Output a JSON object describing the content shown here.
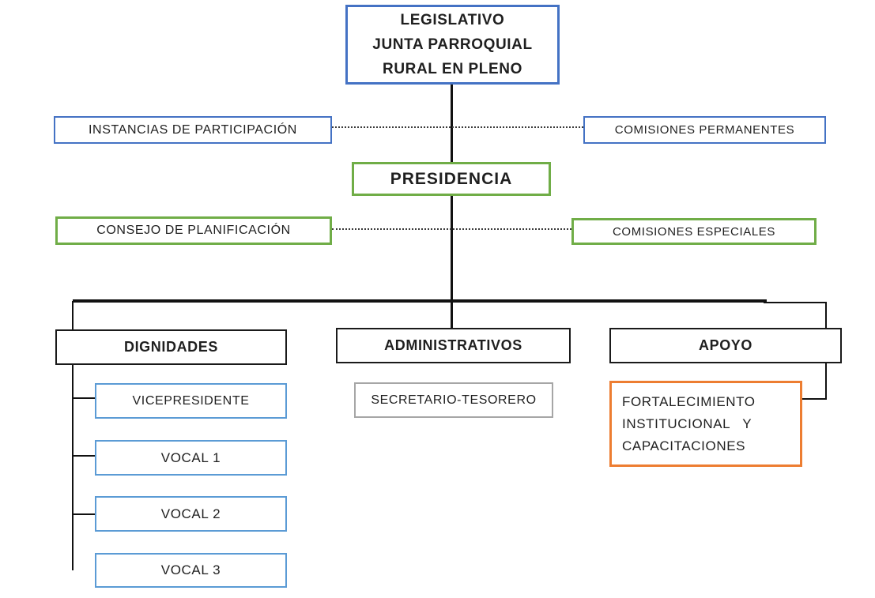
{
  "chart_type": "org-chart",
  "colors": {
    "primary_blue": "#4472C4",
    "light_blue": "#5B9BD5",
    "green": "#70AD47",
    "orange": "#ED7D31",
    "gray": "#A6A6A6",
    "line_black": "#111111",
    "text": "#1f1f1f",
    "background": "#ffffff"
  },
  "nodes": {
    "legislativo": {
      "label": "LEGISLATIVO\nJUNTA PARROQUIAL\nRURAL EN PLENO"
    },
    "instancias": {
      "label": "INSTANCIAS DE PARTICIPACIÓN"
    },
    "comisiones_permanentes": {
      "label": "COMISIONES PERMANENTES"
    },
    "presidencia": {
      "label": "PRESIDENCIA"
    },
    "consejo_planificacion": {
      "label": "CONSEJO DE PLANIFICACIÓN"
    },
    "comisiones_especiales": {
      "label": "COMISIONES ESPECIALES"
    },
    "dignidades": {
      "label": "DIGNIDADES"
    },
    "administrativos": {
      "label": "ADMINISTRATIVOS"
    },
    "apoyo": {
      "label": "APOYO"
    },
    "vicepresidente": {
      "label": "VICEPRESIDENTE"
    },
    "vocal_1": {
      "label": "VOCAL 1"
    },
    "vocal_2": {
      "label": "VOCAL 2"
    },
    "vocal_3": {
      "label": "VOCAL 3"
    },
    "secretario_tesorero": {
      "label": "SECRETARIO-TESORERO"
    },
    "fortalecimiento": {
      "label": "FORTALECIMIENTO\nINSTITUCIONAL   Y\nCAPACITACIONES"
    }
  },
  "edges": [
    {
      "from": "legislativo",
      "to": "presidencia",
      "style": "solid"
    },
    {
      "from": "instancias",
      "to": "comisiones_permanentes",
      "style": "dotted"
    },
    {
      "from": "consejo_planificacion",
      "to": "comisiones_especiales",
      "style": "dotted"
    },
    {
      "from": "presidencia",
      "to": "dignidades",
      "style": "solid"
    },
    {
      "from": "presidencia",
      "to": "administrativos",
      "style": "solid"
    },
    {
      "from": "presidencia",
      "to": "apoyo",
      "style": "solid"
    },
    {
      "from": "dignidades",
      "to": "vicepresidente",
      "style": "solid"
    },
    {
      "from": "dignidades",
      "to": "vocal_1",
      "style": "solid"
    },
    {
      "from": "dignidades",
      "to": "vocal_2",
      "style": "solid"
    },
    {
      "from": "dignidades",
      "to": "vocal_3",
      "style": "solid"
    },
    {
      "from": "administrativos",
      "to": "secretario_tesorero",
      "style": "implied"
    },
    {
      "from": "apoyo",
      "to": "fortalecimiento",
      "style": "solid"
    }
  ]
}
